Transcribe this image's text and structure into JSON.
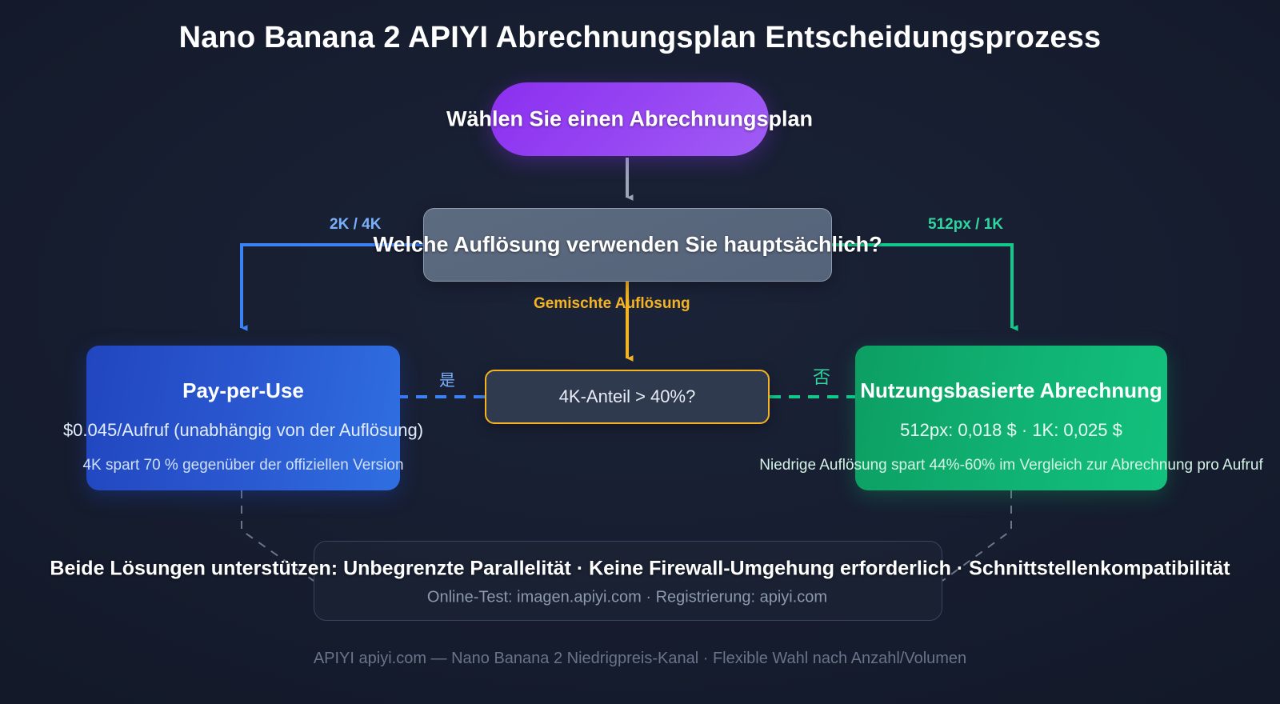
{
  "title": "Nano Banana 2 APIYI Abrechnungsplan Entscheidungsprozess",
  "nodes": {
    "start": {
      "label": "Wählen Sie einen Abrechnungsplan",
      "color": "#8b2ff0"
    },
    "question_resolution": {
      "label": "Welche Auflösung verwenden Sie hauptsächlich?",
      "color": "#5d6b80"
    },
    "question_4k_share": {
      "label": "4K-Anteil > 40%?",
      "color": "#f5b324"
    },
    "outcome_pay_per_use": {
      "title": "Pay-per-Use",
      "line1": "$0.045/Aufruf (unabhängig von der Auflösung)",
      "line2": "4K spart 70 % gegenüber der offiziellen Version",
      "color": "#2a58d0"
    },
    "outcome_usage_based": {
      "title": "Nutzungsbasierte Abrechnung",
      "line1": "512px: 0,018 $ · 1K: 0,025 $",
      "line2": "Niedrige Auflösung spart 44%-60% im Vergleich zur Abrechnung pro Aufruf",
      "color": "#10b374"
    }
  },
  "edge_labels": {
    "to_pay_per_use": "2K / 4K",
    "to_usage_based": "512px / 1K",
    "to_mixed": "Gemischte Auflösung",
    "yes": "是",
    "no": "否"
  },
  "note": {
    "main": "Beide Lösungen unterstützen: Unbegrenzte Parallelität · Keine Firewall-Umgehung erforderlich · Schnittstellenkompatibilität",
    "sub": "Online-Test: imagen.apiyi.com · Registrierung: apiyi.com"
  },
  "footer": "APIYI apiyi.com — Nano Banana 2 Niedrigpreis-Kanal · Flexible Wahl nach Anzahl/Volumen",
  "colors": {
    "background": "#151c2e",
    "blue": "#2a58d0",
    "green": "#10b374",
    "purple": "#8b2ff0",
    "amber": "#f5b324",
    "gray": "#5d6b80"
  }
}
